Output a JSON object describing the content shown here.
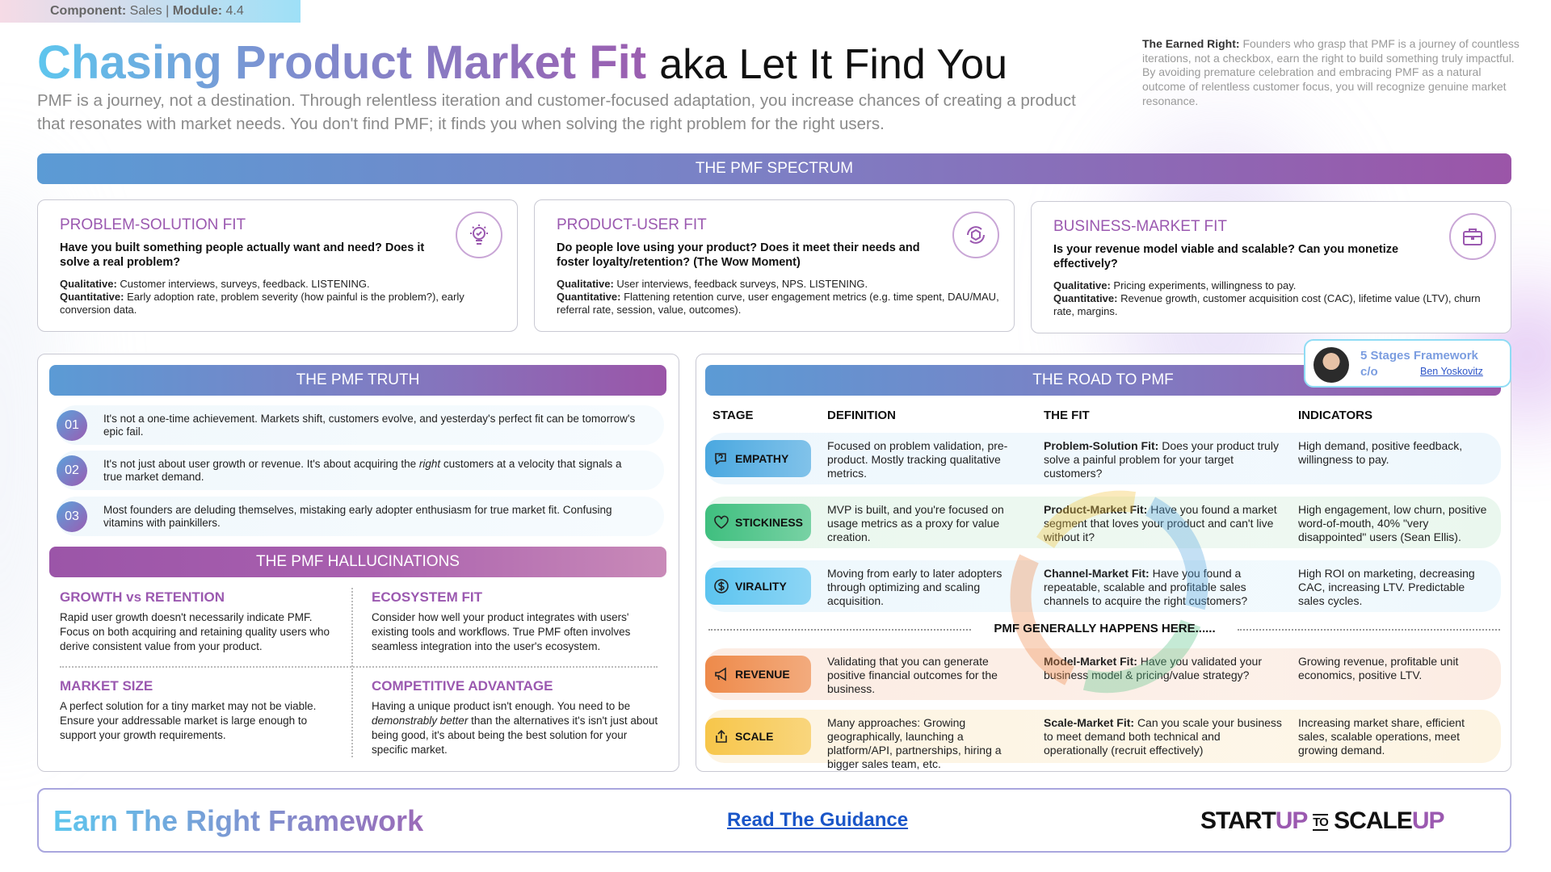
{
  "tag": {
    "component_label": "Component:",
    "component": "Sales",
    "sep": "|",
    "module_label": "Module:",
    "module": "4.4"
  },
  "header": {
    "title": "Chasing Product Market Fit",
    "title_suffix": "aka Let It Find You",
    "subtitle": "PMF is a journey, not a destination. Through relentless iteration and customer-focused adaptation, you increase chances of creating a product that resonates with market needs. You don't find PMF; it finds you when solving the right problem for the right users.",
    "note_label": "The Earned Right:",
    "note": "Founders who grasp that PMF is a journey of countless iterations, not a checkbox, earn the right to build something truly impactful. By avoiding premature celebration and embracing PMF as a natural outcome of relentless customer focus, you will recognize genuine market resonance."
  },
  "spectrum": {
    "title": "THE PMF SPECTRUM",
    "cards": [
      {
        "title": "PROBLEM-SOLUTION FIT",
        "icon": "lightbulb-icon",
        "question": "Have you built something people actually want and need? Does it solve a real problem?",
        "qual_label": "Qualitative:",
        "qual": "Customer interviews, surveys, feedback. LISTENING.",
        "quant_label": "Quantitative:",
        "quant": "Early adoption rate, problem severity (how painful is the problem?), early conversion data."
      },
      {
        "title": "PRODUCT-USER FIT",
        "icon": "cube-cycle-icon",
        "question": "Do people love using your product? Does it meet their needs and foster loyalty/retention? (The Wow Moment)",
        "qual_label": "Qualitative:",
        "qual": "User interviews, feedback surveys, NPS. LISTENING.",
        "quant_label": "Quantitative:",
        "quant": "Flattening retention curve, user engagement metrics (e.g. time spent, DAU/MAU, referral rate, session, value, outcomes)."
      },
      {
        "title": "BUSINESS-MARKET FIT",
        "icon": "briefcase-icon",
        "question": "Is your revenue model viable and scalable? Can you monetize effectively?",
        "qual_label": "Qualitative:",
        "qual": "Pricing experiments, willingness to pay.",
        "quant_label": "Quantitative:",
        "quant": "Revenue growth, customer acquisition cost (CAC), lifetime value (LTV), churn rate, margins."
      }
    ]
  },
  "truth": {
    "title": "THE PMF TRUTH",
    "items": [
      {
        "num": "01",
        "text": "It's not a one-time achievement. Markets shift, customers evolve, and yesterday's perfect fit can be tomorrow's epic fail."
      },
      {
        "num": "02",
        "pre": "It's not just about user growth or revenue. It's about acquiring the ",
        "em": "right",
        "post": " customers at a velocity that signals a true market demand."
      },
      {
        "num": "03",
        "text": "Most founders are deluding themselves, mistaking early adopter enthusiasm for true market fit. Confusing vitamins with painkillers."
      }
    ]
  },
  "hallucinations": {
    "title": "THE PMF HALLUCINATIONS",
    "items": [
      {
        "title": "GROWTH vs RETENTION",
        "text": "Rapid user growth doesn't necessarily indicate PMF. Focus on both acquiring and retaining quality users who derive consistent value from your product."
      },
      {
        "title": "ECOSYSTEM FIT",
        "text": "Consider how well your product integrates with users' existing tools and workflows. True PMF often involves seamless integration into the user's ecosystem."
      },
      {
        "title": "MARKET SIZE",
        "text": "A perfect solution for a tiny market may not be viable. Ensure your addressable market is large enough to support your growth requirements."
      },
      {
        "title": "COMPETITIVE ADVANTAGE",
        "pre": "Having a unique product isn't enough. You need to be ",
        "em": "demonstrably better",
        "post": " than the alternatives it's isn't just about being good, it's about being the best solution for your specific market."
      }
    ]
  },
  "road": {
    "title": "THE ROAD TO PMF",
    "columns": [
      "STAGE",
      "DEFINITION",
      "THE FIT",
      "INDICATORS"
    ],
    "divider": "PMF GENERALLY HAPPENS HERE......",
    "credit": {
      "title": "5 Stages Framework",
      "co": "c/o",
      "author": "Ben Yoskovitz"
    },
    "rows": [
      {
        "stage": "EMPATHY",
        "icon": "chat-question-icon",
        "color": "#4aa8e0",
        "bg": "#eef7fd",
        "definition": "Focused on problem validation, pre-product. Mostly tracking qualitative metrics.",
        "fit_label": "Problem-Solution Fit:",
        "fit": "Does your product truly solve a painful problem for your target customers?",
        "indicators": "High demand, positive feedback, willingness to pay."
      },
      {
        "stage": "STICKINESS",
        "icon": "heart-icon",
        "color": "#3fbf7f",
        "bg": "#eaf7ee",
        "definition": "MVP is built, and you're focused on usage metrics as a proxy for value creation.",
        "fit_label": "Product-Market Fit:",
        "fit": "Have you found a market segment that loves your product and can't live without it?",
        "indicators": "High engagement, low churn, positive word-of-mouth, 40% \"very disappointed\" users (Sean Ellis)."
      },
      {
        "stage": "VIRALITY",
        "icon": "dollar-circle-icon",
        "color": "#5cc4f0",
        "bg": "#eef8fd",
        "definition": "Moving from early to later adopters through optimizing and scaling acquisition.",
        "fit_label": "Channel-Market Fit:",
        "fit": "Have you found a repeatable, scalable and profitable sales channels to acquire the right customers?",
        "indicators": "High ROI on marketing, decreasing CAC, increasing LTV. Predictable sales cycles."
      },
      {
        "stage": "REVENUE",
        "icon": "megaphone-icon",
        "color": "#ee8a4a",
        "bg": "#fcece3",
        "definition": "Validating that you can generate positive financial outcomes for the business.",
        "fit_label": "Model-Market Fit:",
        "fit": "Have you validated your business model & pricing/value strategy?",
        "indicators": "Growing revenue, profitable unit economics, positive LTV."
      },
      {
        "stage": "SCALE",
        "icon": "share-upload-icon",
        "color": "#f7c64a",
        "bg": "#fdf4e2",
        "definition": "Many approaches: Growing geographically, launching a platform/API, partnerships, hiring a bigger sales team, etc.",
        "fit_label": "Scale-Market Fit:",
        "fit": "Can you scale your business to meet demand both technical and operationally (recruit effectively)",
        "indicators": "Increasing market share, efficient sales, scalable operations, meet growing demand."
      }
    ]
  },
  "footer": {
    "title": "Earn The Right Framework",
    "link": "Read The Guidance",
    "logo": {
      "a": "START",
      "b": "UP",
      "to": "TO",
      "c": "SCALE",
      "d": "UP"
    }
  }
}
